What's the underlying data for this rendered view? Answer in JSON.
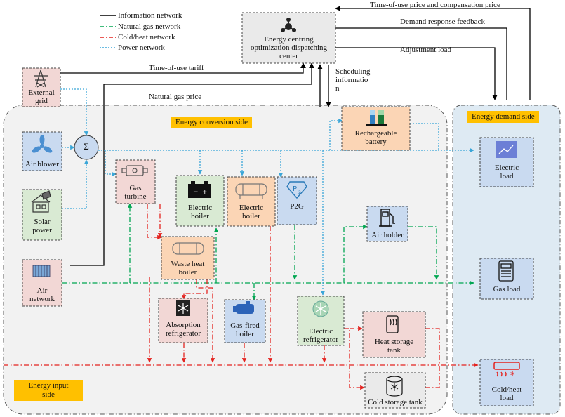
{
  "legend": {
    "items": [
      {
        "label": "Information network",
        "color": "#000000",
        "dash": "solid"
      },
      {
        "label": "Natural gas network",
        "color": "#00a651",
        "dash": "dashdot"
      },
      {
        "label": "Cold/heat network",
        "color": "#e4231f",
        "dash": "dashdot"
      },
      {
        "label": "Power network",
        "color": "#3aa6d8",
        "dash": "dotted"
      }
    ]
  },
  "center": {
    "line1": "Energy centring",
    "line2": "optimization dispatching",
    "line3": "center"
  },
  "regions": {
    "conversion": "Energy conversion side",
    "demand": "Energy demand side",
    "input_line1": "Energy input",
    "input_line2": "side"
  },
  "signals": {
    "tou_compensation": "Time-of-use price and compensation price",
    "demand_response": "Demand response feedback",
    "adjustment": "Adjustment load",
    "tou_tariff": "Time-of-use tariff",
    "gas_price": "Natural gas price",
    "sched_line1": "Scheduling",
    "sched_line2": "informatio",
    "sched_line3": "n"
  },
  "sum_symbol": "Σ",
  "nodes": {
    "external_grid": {
      "line1": "External",
      "line2": "grid"
    },
    "air_blower": "Air blower",
    "solar": {
      "line1": "Solar",
      "line2": "power"
    },
    "air_network": {
      "line1": "Air",
      "line2": "network"
    },
    "gas_turbine": {
      "line1": "Gas",
      "line2": "turbine"
    },
    "electric_boiler_1": {
      "line1": "Electric",
      "line2": "boiler"
    },
    "electric_boiler_2": {
      "line1": "Electric",
      "line2": "boiler"
    },
    "p2g": "P2G",
    "battery": {
      "line1": "Rechargeable",
      "line2": "battery"
    },
    "air_holder": "Air holder",
    "waste_heat_boiler": {
      "line1": "Waste heat",
      "line2": "boiler"
    },
    "absorption": {
      "line1": "Absorption",
      "line2": "refrigerator"
    },
    "gas_fired_boiler": {
      "line1": "Gas-fired",
      "line2": "boiler"
    },
    "electric_refrigerator": {
      "line1": "Electric",
      "line2": "refrigerator"
    },
    "heat_storage": {
      "line1": "Heat storage",
      "line2": "tank"
    },
    "cold_storage": "Cold storage tank",
    "electric_load": {
      "line1": "Electric",
      "line2": "load"
    },
    "gas_load": "Gas load",
    "cold_heat_load": {
      "line1": "Cold/heat",
      "line2": "load"
    }
  },
  "icons": {
    "external_grid": "power-tower-icon",
    "air_blower": "fan-icon",
    "solar": "solar-house-icon",
    "air_network": "transformer-icon",
    "gas_turbine": "engine-icon",
    "electric_boiler_1": "battery-icon",
    "electric_boiler_2": "tank-icon",
    "p2g": "p2g-badge-icon",
    "battery": "battery-cells-icon",
    "air_holder": "fuel-pump-icon",
    "waste_heat_boiler": "tank-icon",
    "absorption": "snowflake-icon",
    "gas_fired_boiler": "boiler-icon",
    "electric_refrigerator": "snowflake-circle-icon",
    "heat_storage": "heater-icon",
    "cold_storage": "snowflake-drum-icon",
    "electric_load": "chart-monitor-icon",
    "gas_load": "gas-meter-icon",
    "cold_heat_load": "air-conditioner-icon",
    "center": "dispatch-hub-icon"
  },
  "colors": {
    "info": "#000000",
    "gas": "#00a651",
    "heat": "#e4231f",
    "power": "#3aa6d8",
    "pink_box": "#f2d7d5",
    "orange_box": "#fbd5b5",
    "green_box": "#d9ead3",
    "blue_box": "#c9daf0",
    "gray_box": "#eaeaea",
    "demand_bg": "#deeaf3",
    "conversion_bg": "#f2f2f2",
    "label_bg": "#ffc000"
  }
}
